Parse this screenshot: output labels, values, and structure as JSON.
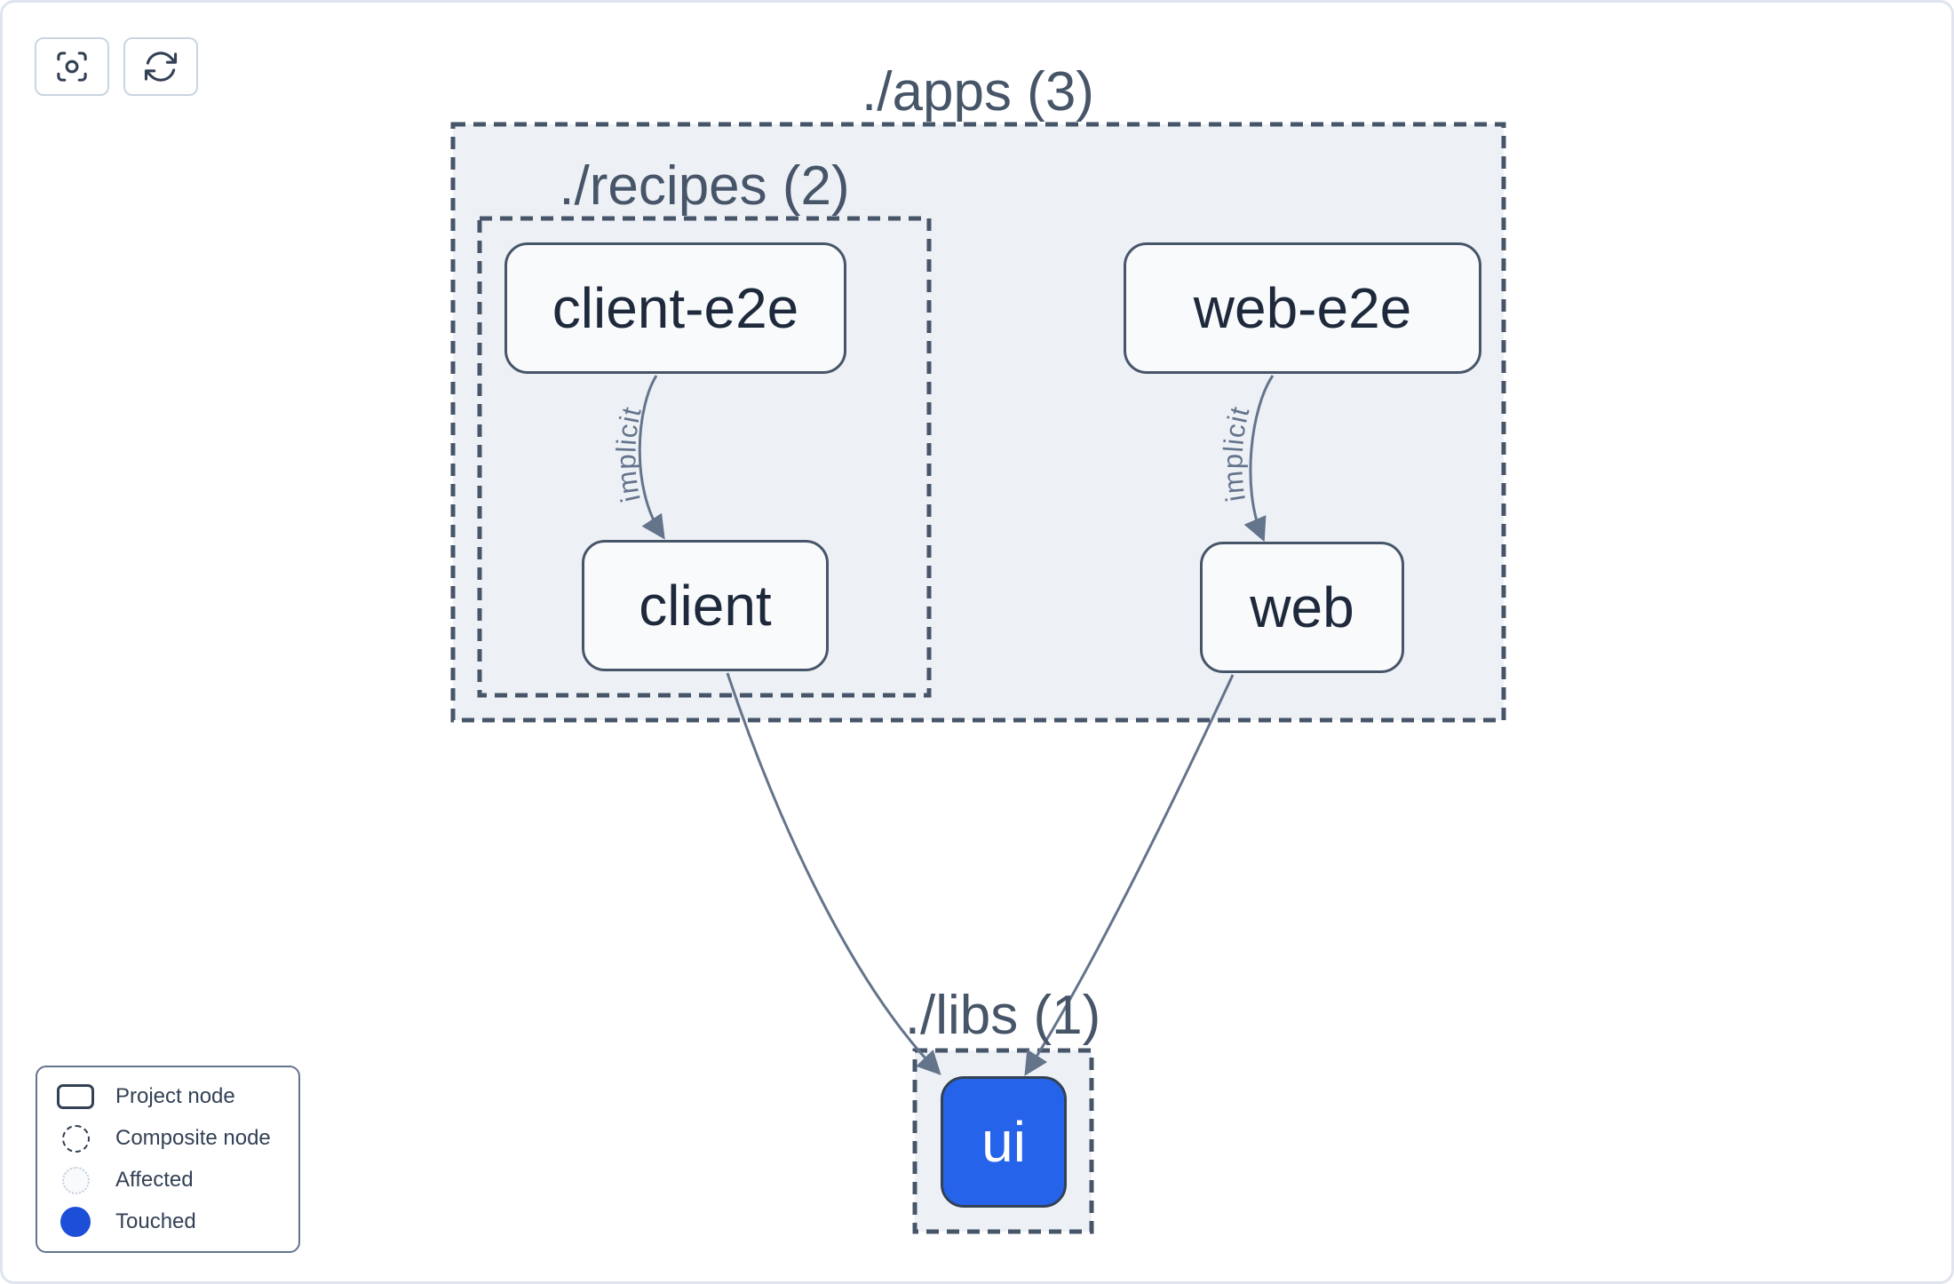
{
  "toolbar": {
    "buttons": [
      {
        "name": "focus",
        "icon": "focus-icon"
      },
      {
        "name": "refresh",
        "icon": "refresh-icon"
      }
    ]
  },
  "graph": {
    "composites": [
      {
        "id": "apps",
        "label": "./apps (3)"
      },
      {
        "id": "recipes",
        "label": "./recipes (2)"
      },
      {
        "id": "libs",
        "label": "./libs (1)"
      }
    ],
    "nodes": [
      {
        "id": "client-e2e",
        "label": "client-e2e",
        "state": "default"
      },
      {
        "id": "web-e2e",
        "label": "web-e2e",
        "state": "default"
      },
      {
        "id": "client",
        "label": "client",
        "state": "default"
      },
      {
        "id": "web",
        "label": "web",
        "state": "default"
      },
      {
        "id": "ui",
        "label": "ui",
        "state": "touched"
      }
    ],
    "edges": [
      {
        "from": "client-e2e",
        "to": "client",
        "type": "implicit",
        "label": "implicit"
      },
      {
        "from": "web-e2e",
        "to": "web",
        "type": "implicit",
        "label": "implicit"
      },
      {
        "from": "client",
        "to": "ui",
        "type": "static",
        "label": ""
      },
      {
        "from": "web",
        "to": "ui",
        "type": "static",
        "label": ""
      }
    ]
  },
  "legend": {
    "items": [
      {
        "swatch": "project",
        "label": "Project node"
      },
      {
        "swatch": "composite",
        "label": "Composite node"
      },
      {
        "swatch": "affected",
        "label": "Affected"
      },
      {
        "swatch": "touched",
        "label": "Touched"
      }
    ]
  },
  "colors": {
    "touched_node": "#2563eb",
    "touched_dot": "#1d4ed8",
    "composite_fill": "#edf1f6",
    "composite_border": "#475569",
    "node_fill": "#f8fafc",
    "node_text": "#1e293b",
    "edge": "#64748b",
    "page_border": "#dfe4ee"
  }
}
